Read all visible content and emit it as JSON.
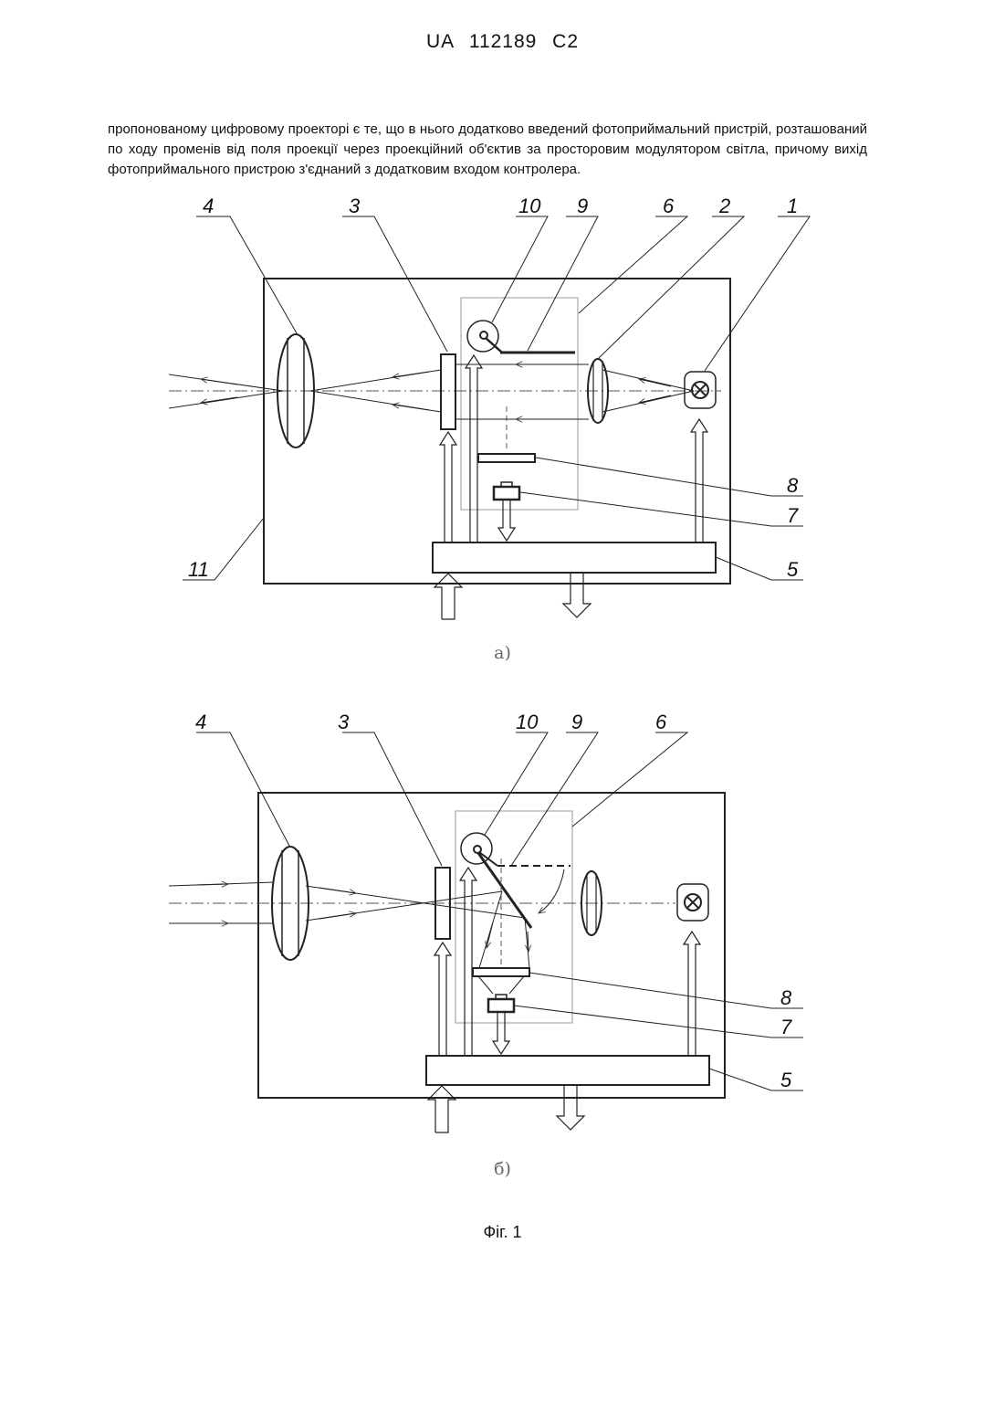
{
  "header": {
    "doc_id": "UA   112189   C2"
  },
  "body_text": "пропонованому цифровому проекторі є те, що в нього додатково введений фотоприймальний пристрій, розташований по ходу променів від поля проекції через проекційний об'єктив за просторовим модулятором світла, причому вихід фотоприймального пристрою з'єднаний з додатковим входом контролера.",
  "figure": {
    "label": "Фіг. 1",
    "panel_a": {
      "caption": "а)",
      "labels": [
        "4",
        "3",
        "10",
        "9",
        "6",
        "2",
        "1",
        "8",
        "7",
        "11",
        "5"
      ]
    },
    "panel_b": {
      "caption": "б)",
      "labels": [
        "4",
        "3",
        "10",
        "9",
        "6",
        "8",
        "7",
        "5"
      ]
    }
  }
}
